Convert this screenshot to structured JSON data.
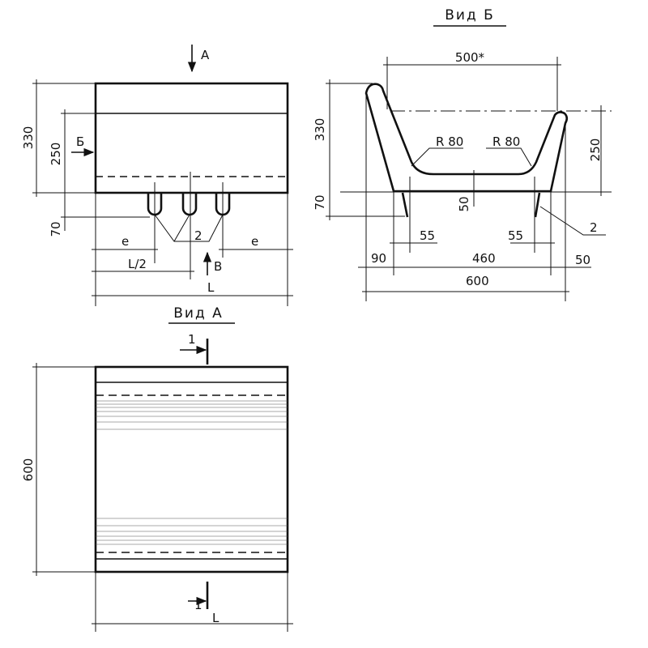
{
  "front_view": {
    "arrow_a": "A",
    "arrow_b_side": "Б",
    "arrow_v": "В",
    "dim_330": "330",
    "dim_250": "250",
    "dim_70": "70",
    "dim_e_left": "e",
    "dim_e_right": "e",
    "dim_half_length": "L/2",
    "dim_length": "L",
    "callout_2": "2"
  },
  "view_b": {
    "title": "Вид Б",
    "dim_500": "500*",
    "dim_330": "330",
    "dim_250": "250",
    "dim_70": "70",
    "dim_50_mid": "50",
    "radius_left": "R 80",
    "radius_right": "R 80",
    "dim_55_left": "55",
    "dim_55_right": "55",
    "dim_90": "90",
    "dim_460": "460",
    "dim_50_right": "50",
    "dim_600": "600",
    "callout_2": "2"
  },
  "view_a": {
    "title": "Вид А",
    "section_top": "1",
    "section_bottom": "1",
    "dim_600": "600",
    "dim_length": "L"
  }
}
